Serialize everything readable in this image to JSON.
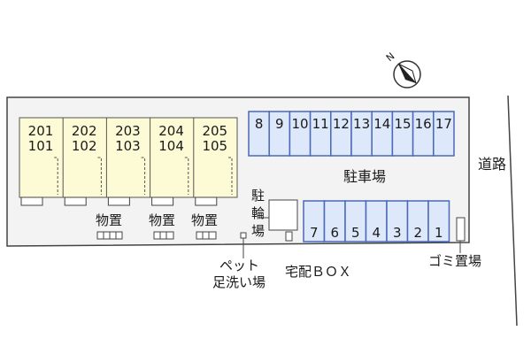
{
  "units": [
    {
      "upper": "201",
      "lower": "101"
    },
    {
      "upper": "202",
      "lower": "102"
    },
    {
      "upper": "203",
      "lower": "103"
    },
    {
      "upper": "204",
      "lower": "104"
    },
    {
      "upper": "205",
      "lower": "105"
    }
  ],
  "parking_top": [
    "8",
    "9",
    "10",
    "11",
    "12",
    "13",
    "14",
    "15",
    "16",
    "17"
  ],
  "parking_bottom": [
    "7",
    "6",
    "5",
    "4",
    "3",
    "2",
    "1"
  ],
  "labels": {
    "parking_lot": "駐車場",
    "road": "道路",
    "bike_parking": [
      "駐",
      "輪",
      "場"
    ],
    "storage_1": "物置",
    "storage_2": "物置",
    "storage_3": "物置",
    "pet_wash_line1": "ペット",
    "pet_wash_line2": "足洗い場",
    "delivery_box": "宅配ＢＯＸ",
    "garbage_area": "ゴミ置場",
    "compass": "N"
  },
  "colors": {
    "building_fill": "#fdfbd6",
    "parking_fill": "#dde8fb",
    "parking_stroke": "#4a69b8",
    "outline": "#333333"
  }
}
